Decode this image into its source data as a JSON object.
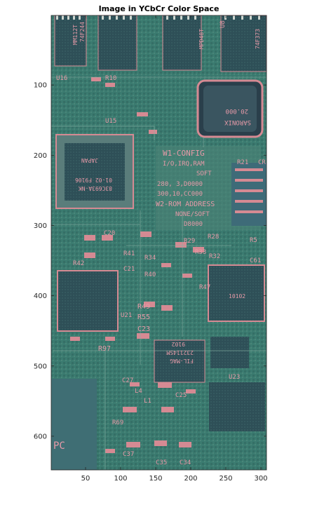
{
  "title": "Image in YCbCr Color Space",
  "axes": {
    "x_ticks": [
      "50",
      "100",
      "150",
      "200",
      "250",
      "300"
    ],
    "y_ticks": [
      "100",
      "200",
      "300",
      "400",
      "500",
      "600"
    ],
    "xlim": [
      1,
      308
    ],
    "ylim": [
      1,
      648
    ],
    "y_direction": "reverse",
    "box": true
  },
  "image": {
    "subject": "circuit board",
    "color_space": "YCbCr",
    "dominant_colors": [
      "#3d7f73",
      "#2a5f5a",
      "#d58a93",
      "#5d5f78"
    ],
    "visible_markings": [
      "W1-CONFIG",
      "I/O,IRQ,RAM",
      "SOFT",
      "280, 3,D0000",
      "300,10,CC000",
      "W2-ROM ADDRESS",
      "NONE/SOFT",
      "D8000",
      "R10",
      "R21",
      "R41",
      "R42",
      "R29",
      "R33",
      "R34",
      "R40",
      "R28",
      "R32",
      "R47",
      "R49",
      "R55",
      "C23",
      "C20",
      "C21",
      "C61",
      "R97",
      "U15",
      "U21",
      "C27",
      "C25",
      "C35",
      "C34",
      "C37",
      "R69",
      "L4",
      "L1",
      "R5",
      "CR",
      "JAPAN",
      "83C693A-NK",
      "01-02 F9106",
      "MM112T",
      "74F244",
      "74F373",
      "MPD48T",
      "SARONIX",
      "20.000",
      "FIL-MAG",
      "232114SM",
      "9102",
      "10102",
      "PC",
      "U16",
      "U8",
      "U23"
    ]
  }
}
